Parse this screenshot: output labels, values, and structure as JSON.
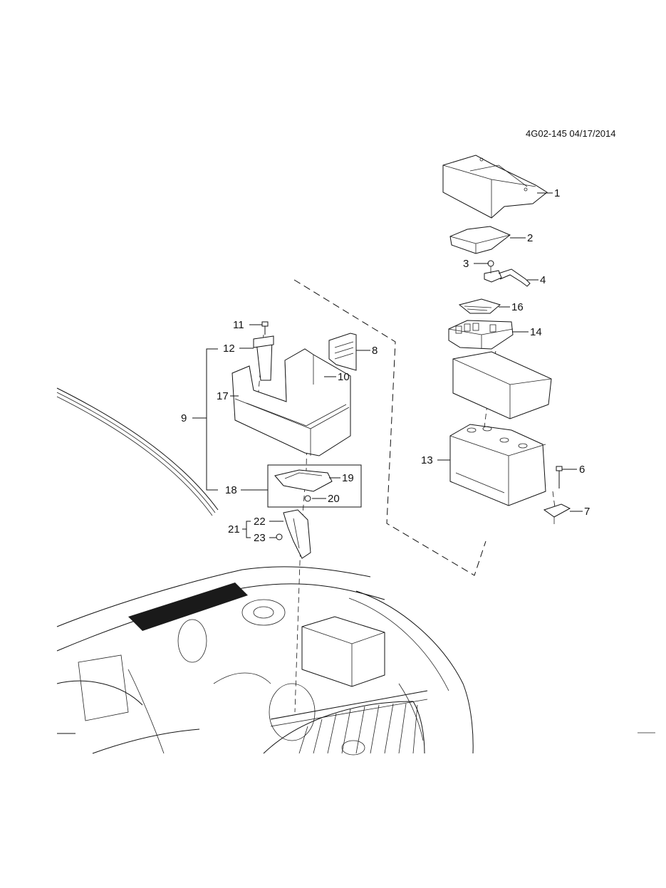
{
  "reference": "4G02-145 04/17/2014",
  "callouts": {
    "c1": "1",
    "c2": "2",
    "c3": "3",
    "c4": "4",
    "c6": "6",
    "c7": "7",
    "c8": "8",
    "c9": "9",
    "c10": "10",
    "c11": "11",
    "c12": "12",
    "c13": "13",
    "c14": "14",
    "c16": "16",
    "c17": "17",
    "c18": "18",
    "c19": "19",
    "c20": "20",
    "c21": "21",
    "c22": "22",
    "c23": "23"
  }
}
